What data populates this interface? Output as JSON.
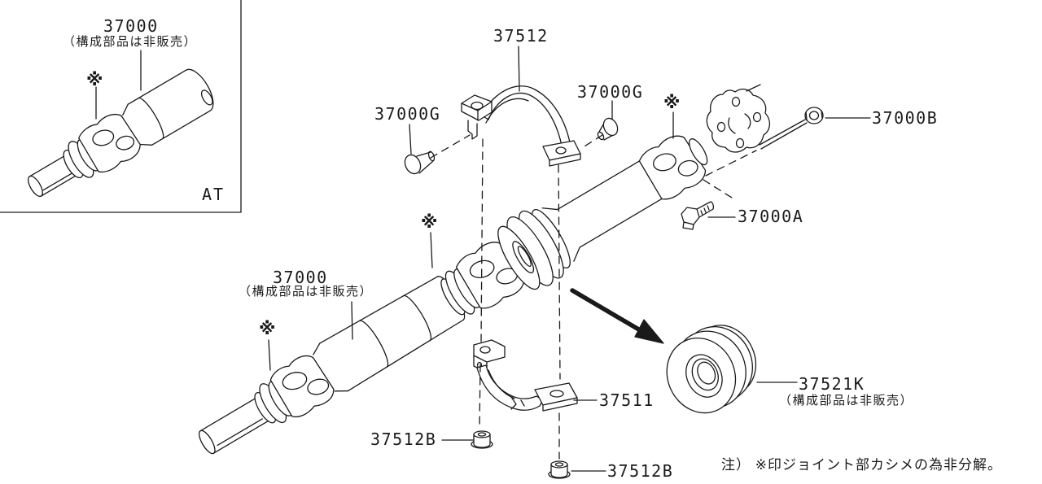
{
  "colors": {
    "line": "#1a1a1a",
    "background": "#ffffff"
  },
  "inset": {
    "part_number": "37000",
    "availability_note": "（構成部品は非販売）",
    "transmission_label": "AT"
  },
  "assembly": {
    "part_number": "37000",
    "availability_note": "（構成部品は非販売）"
  },
  "parts": {
    "upper_bracket": "37512",
    "lower_bracket": "37511",
    "insulator_pin_left": "37000G",
    "insulator_pin_right": "37000G",
    "flange_nut": "37000B",
    "flange_bolt": "37000A",
    "bracket_nut_left": "37512B",
    "bracket_nut_bottom": "37512B",
    "center_bearing": "37521K",
    "center_bearing_note": "（構成部品は非販売）"
  },
  "marks": {
    "crimp": "※"
  },
  "footnote": "注） ※印ジョイント部カシメの為非分解。"
}
